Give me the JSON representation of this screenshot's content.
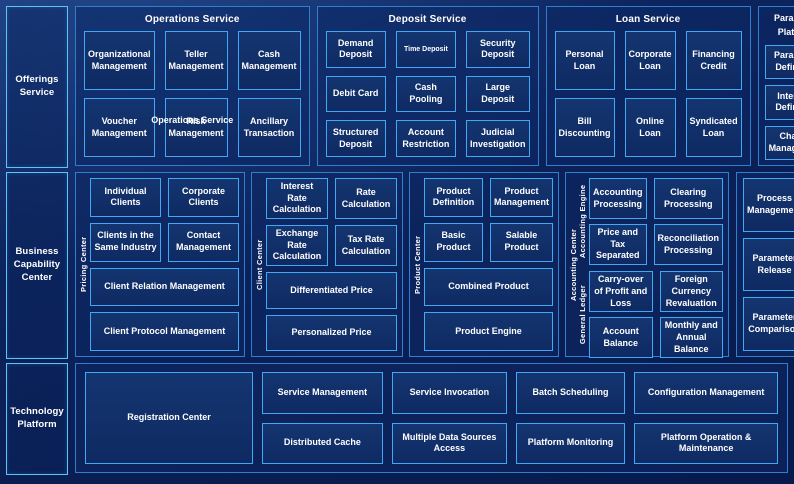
{
  "layers": {
    "offerings": "Offerings\nService",
    "business": "Business\nCapability\nCenter",
    "technology": "Technology\nPlatform"
  },
  "offerings_service": {
    "operations": {
      "title": "Operations Service",
      "duplicate_title": "Operations Service",
      "items": [
        "Organizational Management",
        "Teller Management",
        "Cash Management",
        "Voucher Management",
        "Risk Management",
        "Ancillary Transaction"
      ]
    },
    "deposit": {
      "title": "Deposit Service",
      "items": [
        "Demand Deposit",
        "Time Deposit",
        "Security Deposit",
        "Debit Card",
        "Cash Pooling",
        "Large Deposit",
        "Structured Deposit",
        "Account Restriction",
        "Judicial Investigation"
      ]
    },
    "loan": {
      "title": "Loan Service",
      "items": [
        "Personal Loan",
        "Corporate Loan",
        "Financing Credit",
        "Bill Discounting",
        "Online Loan",
        "Syndicated Loan"
      ]
    }
  },
  "parameter_platform": {
    "title": "Parameter Platform",
    "items": [
      "Parameter Definition",
      "Interface Definition",
      "Change Management",
      "Process Management",
      "Parameter Release",
      "Parameter Comparison"
    ]
  },
  "business_capability": {
    "pricing_center": {
      "label": "Pricing Center",
      "items": [
        "Individual Clients",
        "Corporate Clients",
        "Clients in the Same Industry",
        "Contact Management",
        "Client Relation Management",
        "Client Protocol Management"
      ]
    },
    "client_center": {
      "label": "Client Center",
      "items": [
        "Interest Rate Calculation",
        "Rate Calculation",
        "Exchange Rate Calculation",
        "Tax Rate Calculation",
        "Differentiated Price",
        "Personalized Price"
      ]
    },
    "product_center": {
      "label": "Product Center",
      "items": [
        "Product Definition",
        "Product Management",
        "Basic Product",
        "Salable Product",
        "Combined Product",
        "Product Engine"
      ]
    },
    "accounting_center": {
      "label": "Accounting Center",
      "accounting_engine": {
        "label": "Accounting Engine",
        "items": [
          "Accounting Processing",
          "Clearing Processing",
          "Price and Tax Separated",
          "Reconciliation Processing"
        ]
      },
      "general_ledger": {
        "label": "General  Ledger",
        "items": [
          "Carry-over of Profit and Loss",
          "Foreign Currency Revaluation",
          "Account Balance",
          "Monthly and Annual Balance"
        ]
      }
    }
  },
  "technology_platform": {
    "registration_center": "Registration Center",
    "columns": [
      [
        "Service Management",
        "Distributed Cache"
      ],
      [
        "Service Invocation",
        "Multiple Data Sources Access"
      ],
      [
        "Batch Scheduling",
        "Platform Monitoring"
      ],
      [
        "Configuration Management",
        "Platform Operation & Maintenance"
      ]
    ]
  },
  "colors": {
    "background": "#0a1f55",
    "cell_border": "#3fa9f5",
    "group_border": "#2f7fd0",
    "sidelabel_border": "#5fc4f5",
    "text": "#ffffff"
  }
}
